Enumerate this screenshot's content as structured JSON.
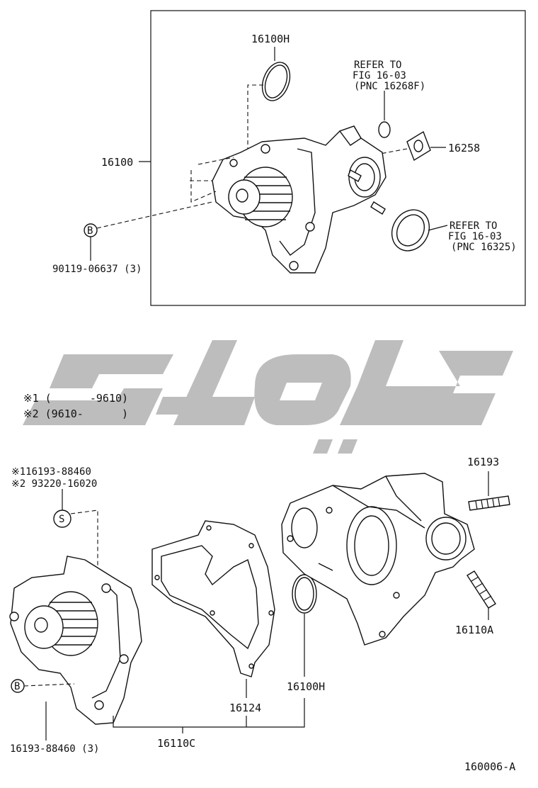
{
  "labels": {
    "top_16100H": "16100H",
    "top_refer1_line1": "REFER TO",
    "top_refer1_line2": "FIG 16-03",
    "top_refer1_line3": "(PNC 16268F)",
    "top_16258": "16258",
    "top_16100": "16100",
    "top_refer2_line1": "REFER TO",
    "top_refer2_line2": "FIG 16-03",
    "top_refer2_line3": "(PNC 16325)",
    "top_bolt_marker": "B",
    "top_bolt_part": "90119-06637 (3)",
    "legend_1": "※1 (      -9610)",
    "legend_2": "※2 (9610-      )",
    "stud_part_1": "※116193-88460",
    "stud_part_2": "※2 93220-16020",
    "stud_marker": "S",
    "bot_bolt_marker": "B",
    "bot_bolt_part": "16193-88460 (3)",
    "bot_16193": "16193",
    "bot_16110A": "16110A",
    "bot_16100H": "16100H",
    "bot_16124": "16124",
    "bot_16110C": "16110C",
    "fig_number": "160006-A"
  }
}
